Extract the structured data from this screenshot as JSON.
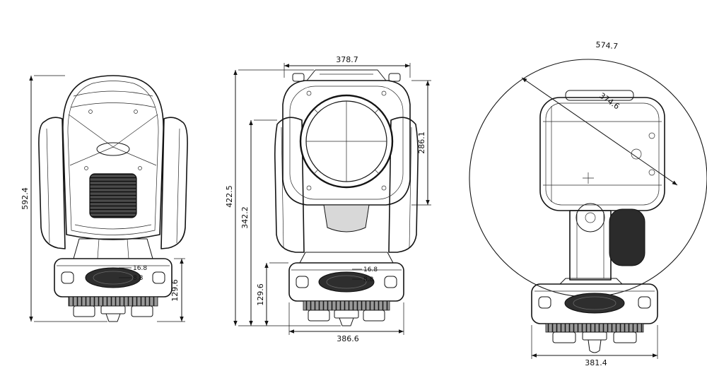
{
  "colors": {
    "background": "#ffffff",
    "ink": "#141414",
    "dark_fill": "#2e2e2e"
  },
  "views": {
    "rear": {
      "dims": {
        "overall_height": "592.4",
        "base_height": "129.6",
        "detail_a": "16.8",
        "detail_b": "8.8"
      }
    },
    "front": {
      "dims": {
        "head_width": "378.7",
        "overall_height": "422.5",
        "yoke_height": "342.2",
        "base_height": "129.6",
        "head_depth": "286.1",
        "base_width": "386.6",
        "detail_a": "16.8",
        "detail_b": "8.8"
      }
    },
    "side": {
      "dims": {
        "swing_diameter": "574.7",
        "head_length": "374.6",
        "base_width": "381.4"
      }
    }
  }
}
